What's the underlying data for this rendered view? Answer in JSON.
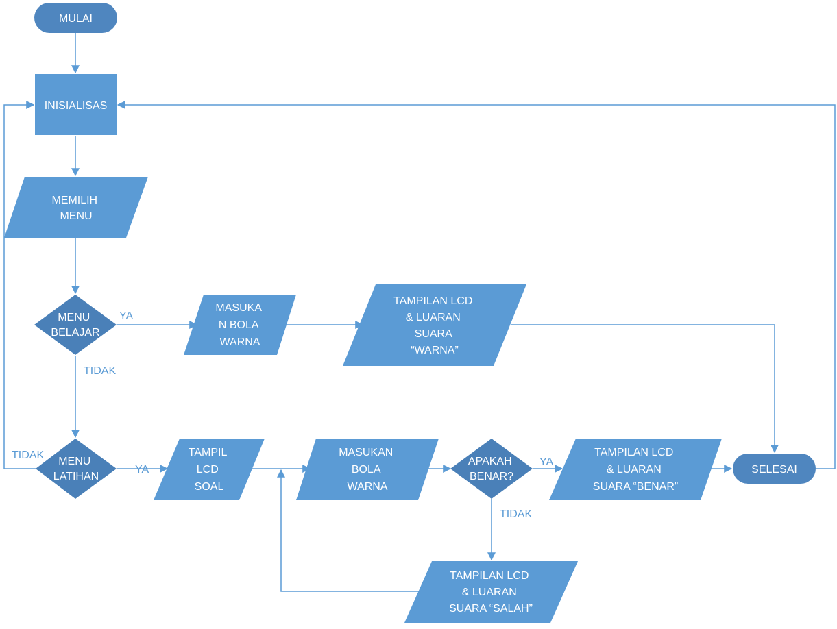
{
  "nodes": {
    "mulai": {
      "lines": [
        "MULAI"
      ]
    },
    "inisialisasi": {
      "lines": [
        "INISIALISAS"
      ]
    },
    "memilih_menu": {
      "lines": [
        "MEMILIH",
        "MENU"
      ]
    },
    "menu_belajar": {
      "lines": [
        "MENU",
        "BELAJAR"
      ]
    },
    "masukan_bola_warna_belajar": {
      "lines": [
        "MASUKA",
        "N BOLA",
        "WARNA"
      ]
    },
    "tampilan_lcd_warna": {
      "lines": [
        "TAMPILAN LCD",
        "& LUARAN",
        "SUARA",
        "“WARNA”"
      ]
    },
    "menu_latihan": {
      "lines": [
        "MENU",
        "LATIHAN"
      ]
    },
    "tampil_lcd_soal": {
      "lines": [
        "TAMPIL",
        "LCD",
        "SOAL"
      ]
    },
    "masukan_bola_warna_latihan": {
      "lines": [
        "MASUKAN",
        "BOLA",
        "WARNA"
      ]
    },
    "apakah_benar": {
      "lines": [
        "APAKAH",
        "BENAR?"
      ]
    },
    "tampilan_lcd_benar": {
      "lines": [
        "TAMPILAN LCD",
        "& LUARAN",
        "SUARA “BENAR”"
      ]
    },
    "selesai": {
      "lines": [
        "SELESAI"
      ]
    },
    "tampilan_lcd_salah": {
      "lines": [
        "TAMPILAN LCD",
        "& LUARAN",
        "SUARA “SALAH”"
      ]
    }
  },
  "edge_labels": {
    "belajar_ya": "YA",
    "belajar_tidak": "TIDAK",
    "latihan_tidak": "TIDAK",
    "latihan_ya": "YA",
    "benar_ya": "YA",
    "benar_tidak": "TIDAK"
  },
  "colors": {
    "shape": "#5b9bd5",
    "terminal": "#4f86bf",
    "decision": "#4a80b8",
    "connector": "#5b9bd5",
    "text": "#ffffff"
  }
}
